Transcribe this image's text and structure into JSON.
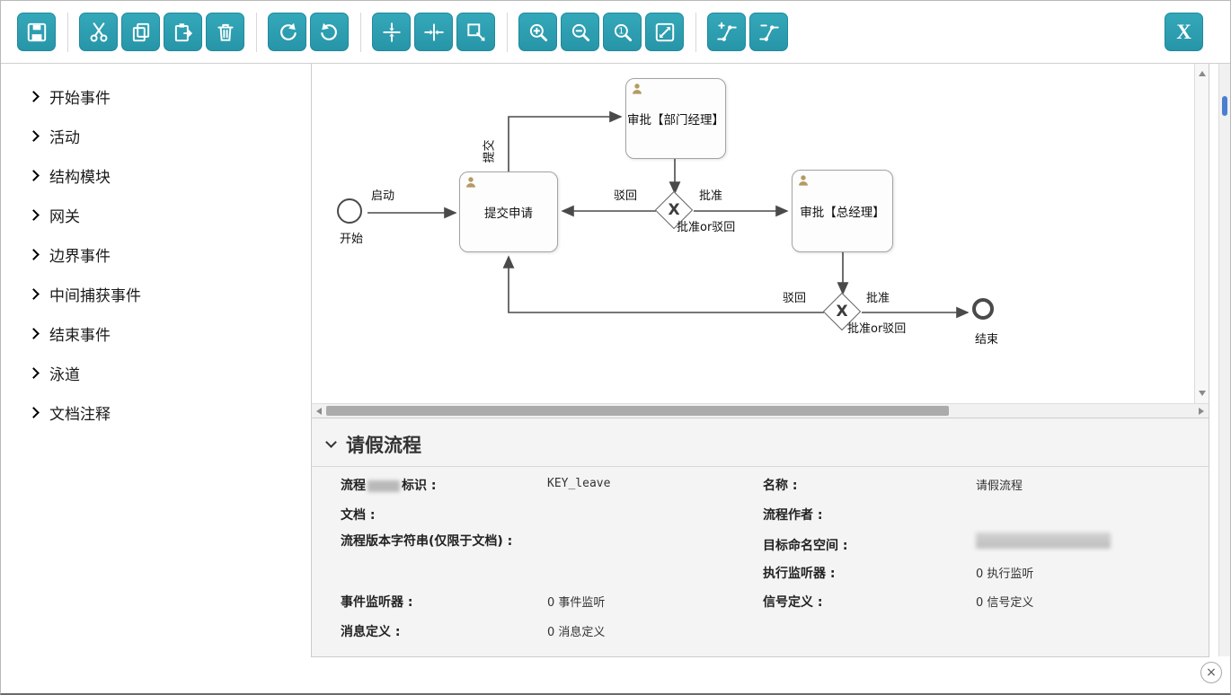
{
  "colors": {
    "accent": "#2b9fb2",
    "diagram_stroke": "#4a4a4a",
    "person_icon": "#b39b63"
  },
  "toolbar": {
    "buttons": [
      "save",
      "cut",
      "copy",
      "paste",
      "delete",
      "redo",
      "undo",
      "align-vertical",
      "align-horizontal",
      "same-size",
      "zoom-in",
      "zoom-out",
      "zoom-actual",
      "zoom-fit",
      "add-bendpoint",
      "remove-bendpoint"
    ],
    "close_label": "X"
  },
  "sidebar": {
    "items": [
      {
        "label": "开始事件"
      },
      {
        "label": "活动"
      },
      {
        "label": "结构模块"
      },
      {
        "label": "网关"
      },
      {
        "label": "边界事件"
      },
      {
        "label": "中间捕获事件"
      },
      {
        "label": "结束事件"
      },
      {
        "label": "泳道"
      },
      {
        "label": "文档注释"
      }
    ]
  },
  "canvas": {
    "nodes": {
      "start": "开始",
      "submit": "提交申请",
      "dept": "审批【部门经理】",
      "gm": "审批【总经理】",
      "end": "结束",
      "gateway": "X"
    },
    "edges": {
      "launch": "启动",
      "submit_up": "提交",
      "reject1": "驳回",
      "approve1": "批准",
      "gw1_caption": "批准or驳回",
      "reject2": "驳回",
      "approve2": "批准",
      "gw2_caption": "批准or驳回"
    }
  },
  "properties": {
    "title": "请假流程",
    "key": {
      "label_pre": "流程",
      "label_post": "标识 :",
      "value": "KEY_leave"
    },
    "name": {
      "label": "名称 :",
      "value": "请假流程"
    },
    "doc": {
      "label": "文档 :",
      "value": ""
    },
    "author": {
      "label": "流程作者 :",
      "value": ""
    },
    "version": {
      "label": "流程版本字符串(仅限于文档) :",
      "value": ""
    },
    "namespace": {
      "label": "目标命名空间 :"
    },
    "exec_listener": {
      "label": "执行监听器 :",
      "value": "0 执行监听"
    },
    "event_listener": {
      "label": "事件监听器 :",
      "value": "0 事件监听"
    },
    "signal": {
      "label": "信号定义 :",
      "value": "0 信号定义"
    },
    "message": {
      "label": "消息定义 :",
      "value": "0 消息定义"
    }
  },
  "footer": {
    "close_glyph": "×"
  }
}
